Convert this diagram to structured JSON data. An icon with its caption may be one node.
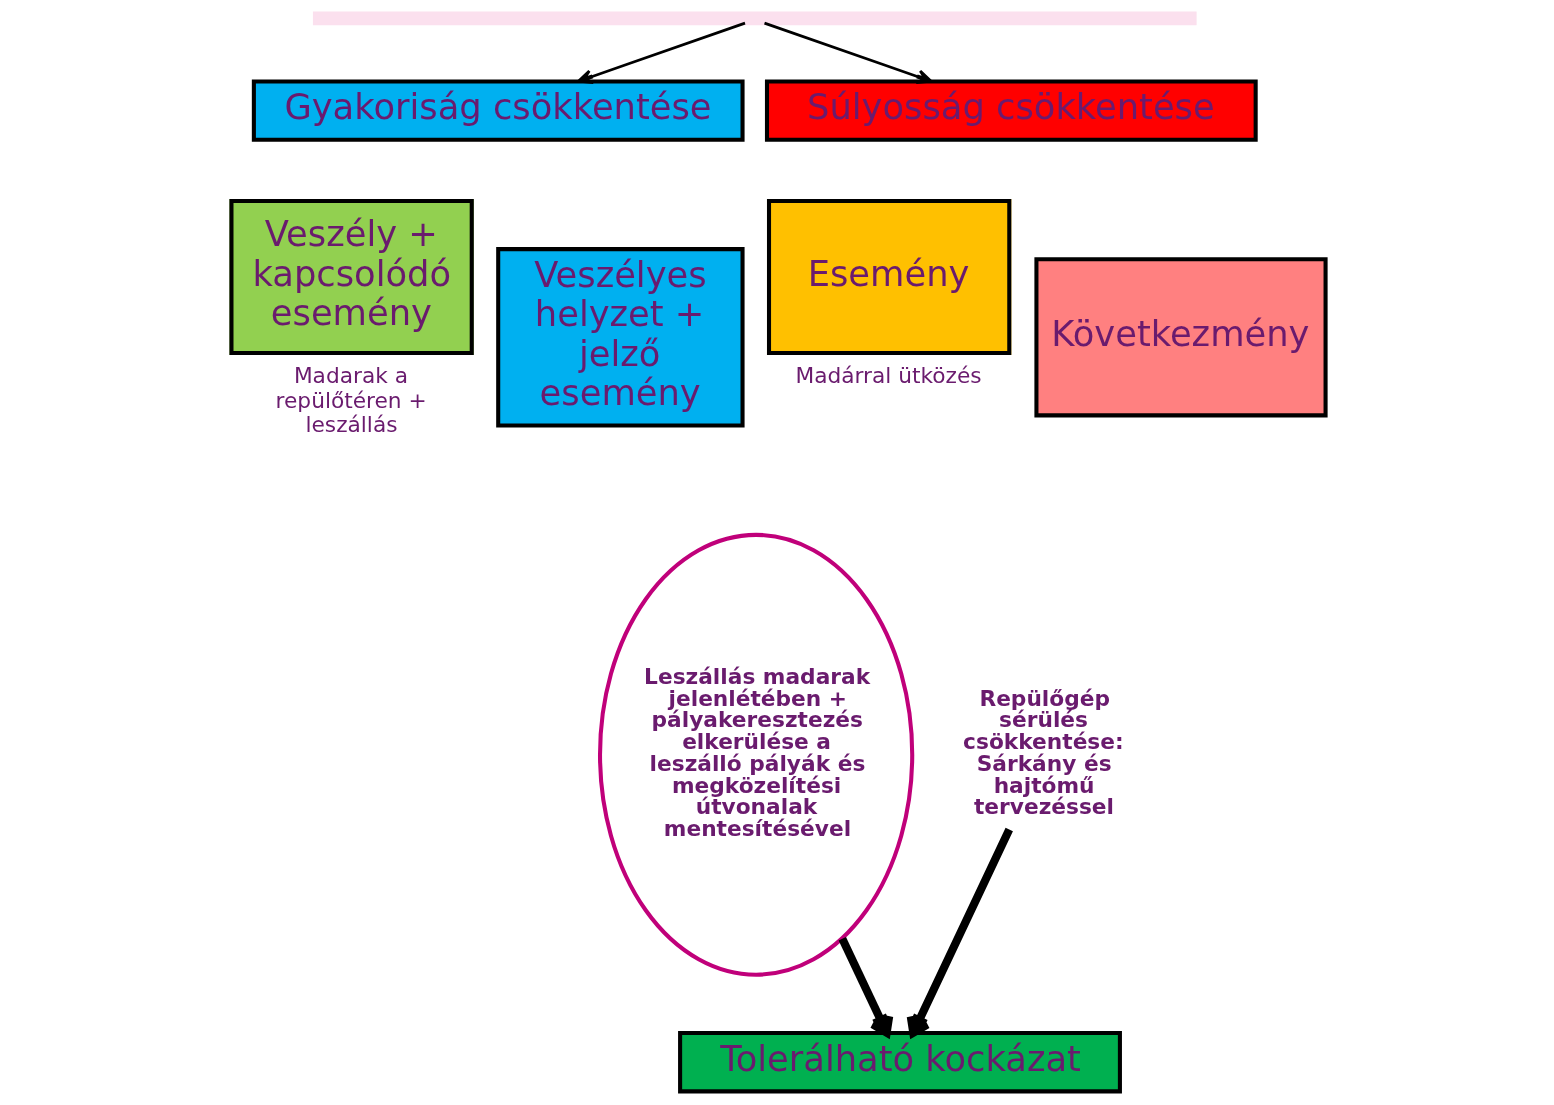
{
  "diagram": {
    "nodes": [
      {
        "text": [],
        "shape": "box"
      },
      {
        "text": [
          "Gyakoriság csökkentése"
        ]
      },
      {
        "text": [
          "Súlyosság csökkentése"
        ]
      },
      {
        "text": [
          "Veszély + kapcsolódó esemény"
        ],
        "beside": [
          "Madarak a repülőtéren + leszállás"
        ]
      },
      {
        "text": [
          "Veszélyes helyzet + jelző esemény"
        ]
      },
      {
        "text": [
          "Leszállás madarak jelenlétében + pályakeresztezés elkerülése a leszálló pályák és megközelítési útvonalak mentesítésével"
        ]
      },
      {
        "text": [
          "Esemény"
        ],
        "beside": [
          "Madárral ütközés"
        ]
      },
      {
        "text": [
          "Következmény"
        ]
      },
      {
        "text": [
          "Repülőgép sérülés csökkentése: Sárkány és hajtómű tervezéssel"
        ]
      },
      {
        "text": [
          "Tolerálható kockázat"
        ]
      }
    ],
    "edges": [
      {
        "from": 0,
        "to": 1,
        "arrow": "to"
      },
      {
        "from": 0,
        "to": 2,
        "arrow": "to"
      },
      {
        "from": 5,
        "to": 9,
        "arrow": "to",
        "style": "thick"
      },
      {
        "from": 8,
        "to": 9,
        "arrow": "to",
        "style": "thick"
      }
    ]
  }
}
